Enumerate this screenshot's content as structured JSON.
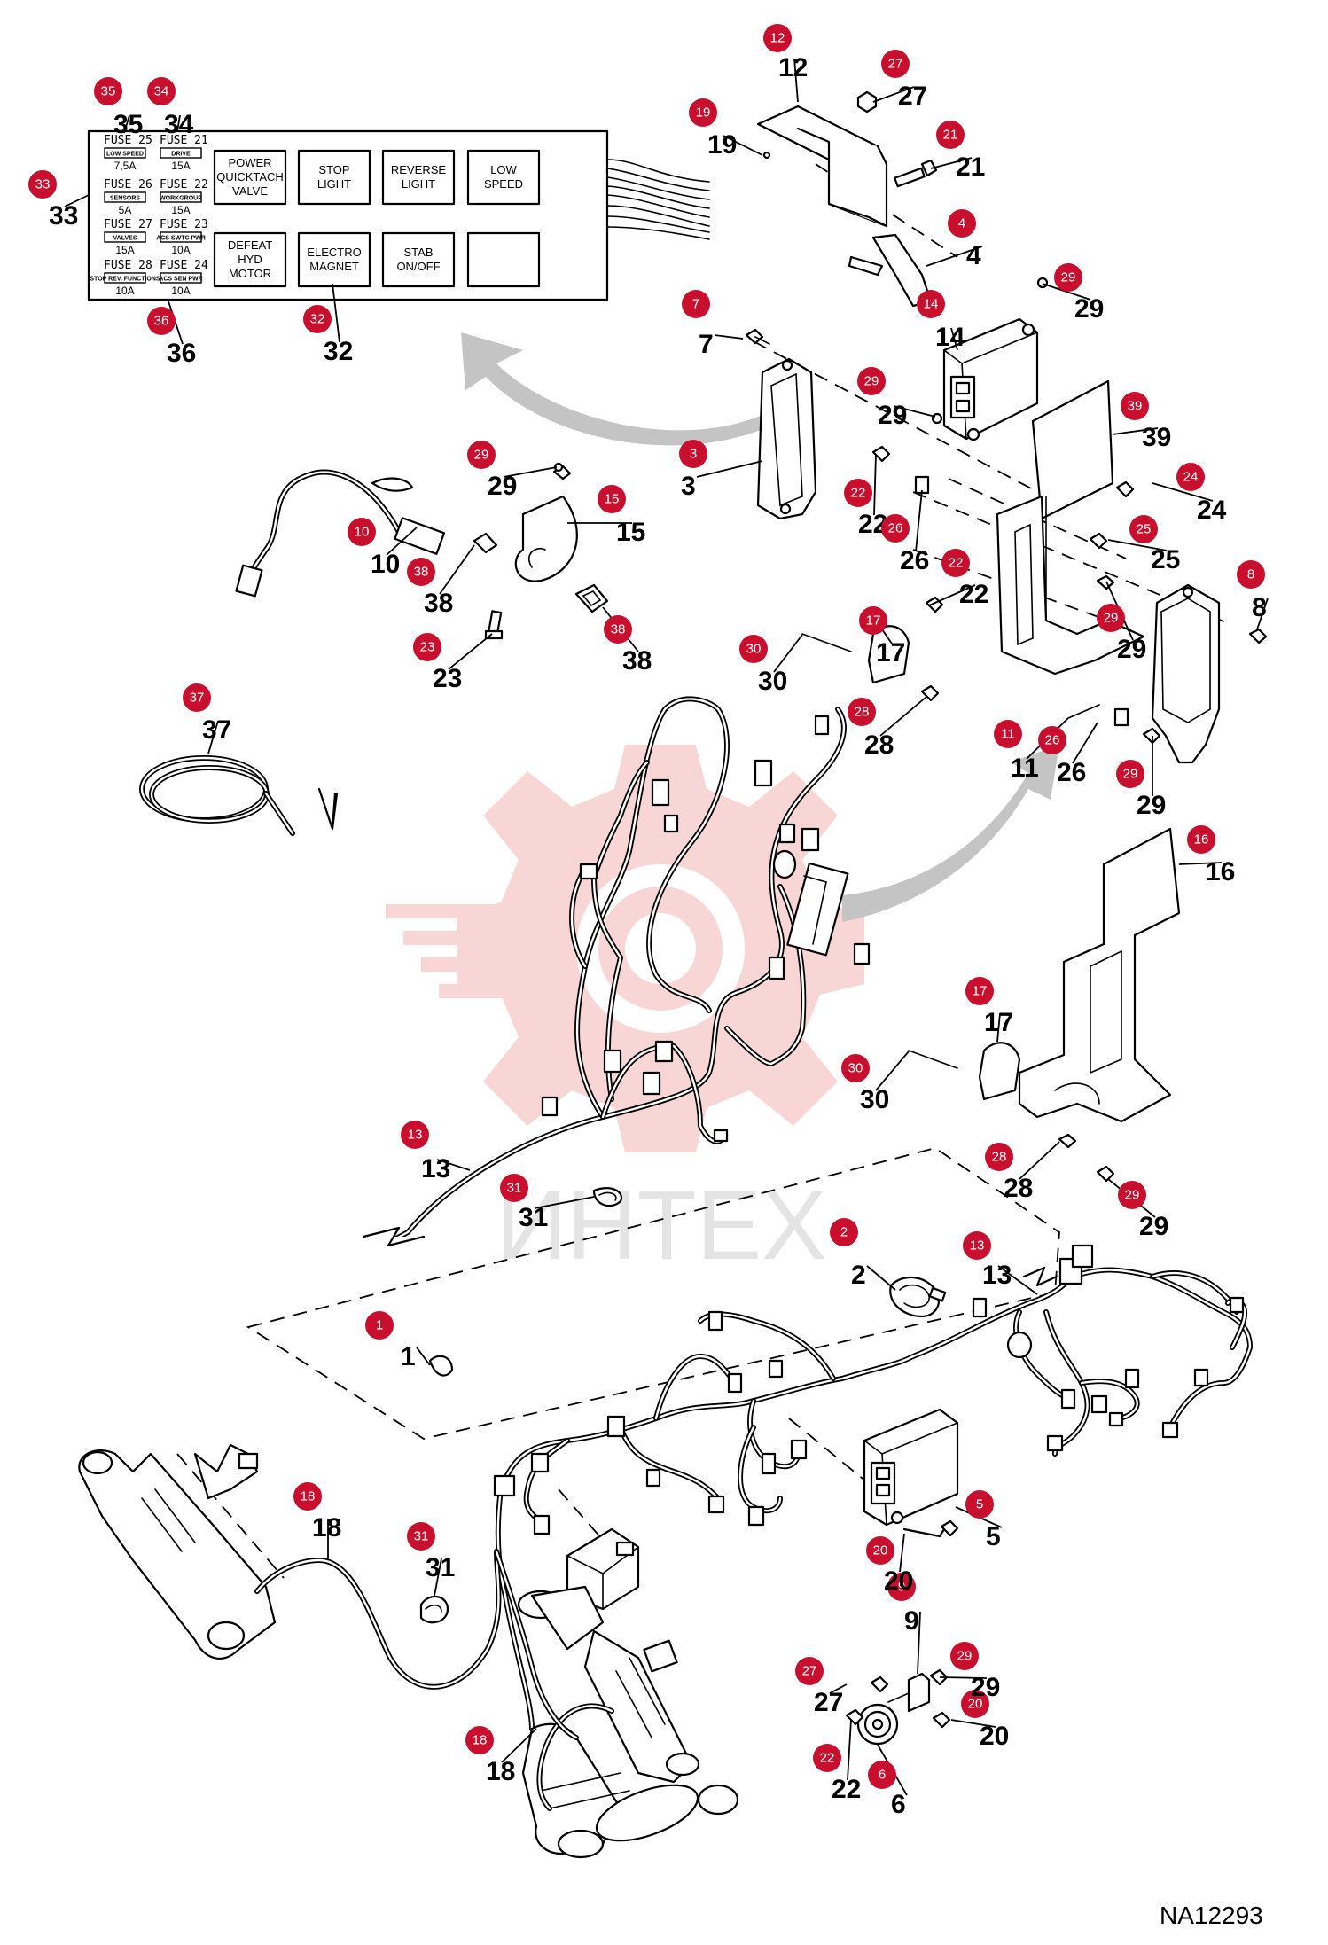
{
  "drawing_number": "NA12293",
  "watermark_text": "ИНТЕХ",
  "colors": {
    "callout_badge": "#c8102e",
    "watermark": "#f5b5b5",
    "arrow": "#c4c4c4",
    "line": "#000000"
  },
  "fuse_panel": {
    "fuses": [
      {
        "label": "FUSE 25",
        "tag": "LOW SPEED",
        "amps": "7,5A"
      },
      {
        "label": "FUSE 21",
        "tag": "DRIVE",
        "amps": "15A"
      },
      {
        "label": "FUSE 26",
        "tag": "SENSORS",
        "amps": "5A"
      },
      {
        "label": "FUSE 22",
        "tag": "WORKGROUP",
        "amps": "15A"
      },
      {
        "label": "FUSE 27",
        "tag": "VALVES",
        "amps": "15A"
      },
      {
        "label": "FUSE 23",
        "tag": "ACS SWTC PWR",
        "amps": "10A"
      },
      {
        "label": "FUSE 28",
        "tag": "STOP REV. FUNCTIONS",
        "amps": "10A"
      },
      {
        "label": "FUSE 24",
        "tag": "ACS SEN PWR",
        "amps": "10A"
      }
    ],
    "switches": [
      [
        "POWER",
        "QUICKTACH",
        "VALVE"
      ],
      [
        "STOP",
        "LIGHT"
      ],
      [
        "REVERSE",
        "LIGHT"
      ],
      [
        "LOW",
        "SPEED"
      ],
      [
        "DEFEAT",
        "HYD",
        "MOTOR"
      ],
      [
        "ELECTRO",
        "MAGNET"
      ],
      [
        "STAB",
        "ON/OFF"
      ],
      []
    ]
  },
  "callouts": [
    {
      "num": "1"
    },
    {
      "num": "2"
    },
    {
      "num": "3"
    },
    {
      "num": "4"
    },
    {
      "num": "5"
    },
    {
      "num": "6"
    },
    {
      "num": "7"
    },
    {
      "num": "8"
    },
    {
      "num": "9"
    },
    {
      "num": "10"
    },
    {
      "num": "11"
    },
    {
      "num": "12"
    },
    {
      "num": "13"
    },
    {
      "num": "13"
    },
    {
      "num": "14"
    },
    {
      "num": "15"
    },
    {
      "num": "16"
    },
    {
      "num": "17"
    },
    {
      "num": "17"
    },
    {
      "num": "18"
    },
    {
      "num": "18"
    },
    {
      "num": "19"
    },
    {
      "num": "20"
    },
    {
      "num": "20"
    },
    {
      "num": "21"
    },
    {
      "num": "22"
    },
    {
      "num": "22"
    },
    {
      "num": "22"
    },
    {
      "num": "23"
    },
    {
      "num": "24"
    },
    {
      "num": "25"
    },
    {
      "num": "26"
    },
    {
      "num": "26"
    },
    {
      "num": "27"
    },
    {
      "num": "27"
    },
    {
      "num": "28"
    },
    {
      "num": "28"
    },
    {
      "num": "29"
    },
    {
      "num": "29"
    },
    {
      "num": "29"
    },
    {
      "num": "29"
    },
    {
      "num": "29"
    },
    {
      "num": "29"
    },
    {
      "num": "29"
    },
    {
      "num": "30"
    },
    {
      "num": "30"
    },
    {
      "num": "31"
    },
    {
      "num": "31"
    },
    {
      "num": "32"
    },
    {
      "num": "33"
    },
    {
      "num": "34"
    },
    {
      "num": "35"
    },
    {
      "num": "36"
    },
    {
      "num": "37"
    },
    {
      "num": "38"
    },
    {
      "num": "38"
    },
    {
      "num": "39"
    }
  ]
}
